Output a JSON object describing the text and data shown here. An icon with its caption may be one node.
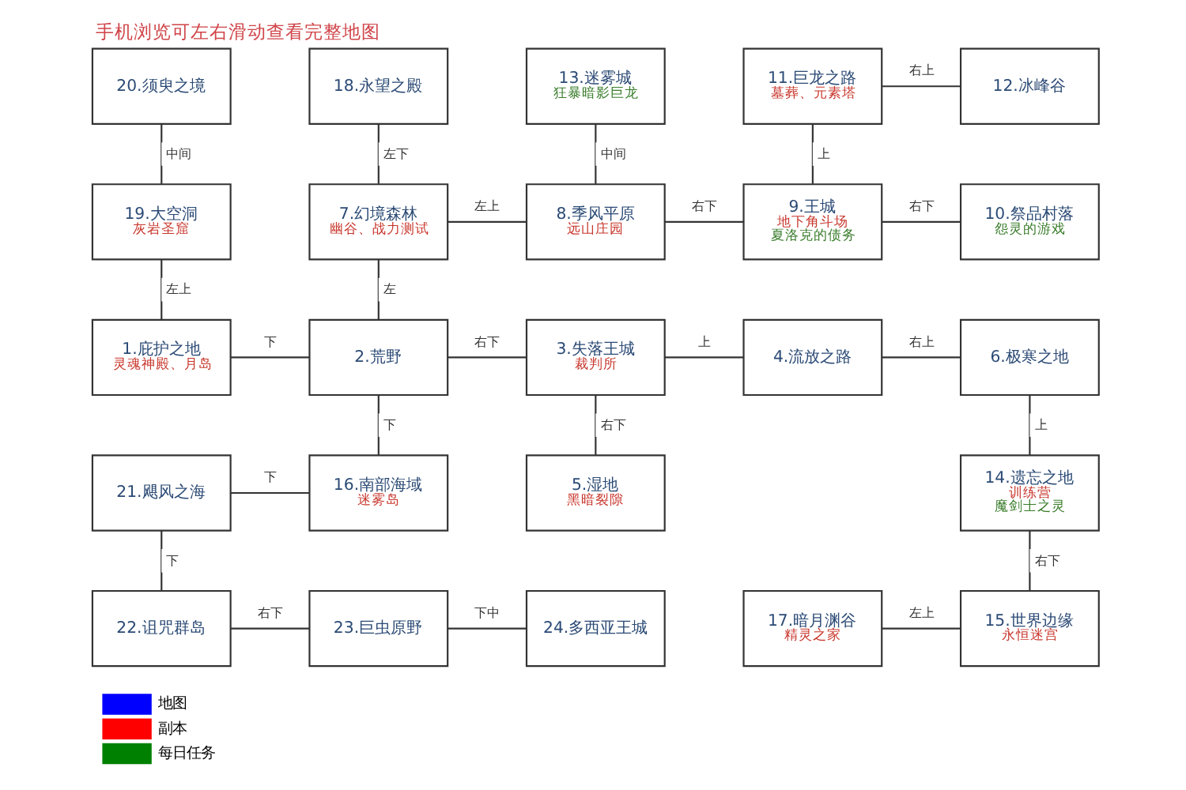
{
  "diagram": {
    "title": "手机浏览可左右滑动查看完整地图",
    "nodes": [
      {
        "text": [
          "20.须臾之境"
        ]
      },
      {
        "text": [
          "18.永望之殿"
        ]
      },
      {
        "text": [
          "13.迷雾城",
          "狂暴暗影巨龙"
        ]
      },
      {
        "text": [
          "11.巨龙之路",
          "墓葬、元素塔"
        ]
      },
      {
        "text": [
          "12.冰峰谷"
        ]
      },
      {
        "text": [
          "19.大空洞",
          "灰岩圣窟"
        ]
      },
      {
        "text": [
          "7.幻境森林",
          "幽谷、战力测试"
        ]
      },
      {
        "text": [
          "8.季风平原",
          "远山庄园"
        ]
      },
      {
        "text": [
          "9.王城",
          "地下角斗场",
          "夏洛克的债务"
        ]
      },
      {
        "text": [
          "10.祭品村落",
          "怨灵的游戏"
        ]
      },
      {
        "text": [
          "1.庇护之地",
          "灵魂神殿、月岛"
        ]
      },
      {
        "text": [
          "2.荒野"
        ]
      },
      {
        "text": [
          "3.失落王城",
          "裁判所"
        ]
      },
      {
        "text": [
          "4.流放之路"
        ]
      },
      {
        "text": [
          "6.极寒之地"
        ]
      },
      {
        "text": [
          "21.飓风之海"
        ]
      },
      {
        "text": [
          "16.南部海域",
          "迷雾岛"
        ]
      },
      {
        "text": [
          "5.湿地",
          "黑暗裂隙"
        ]
      },
      {
        "text": [
          "14.遗忘之地",
          "训练营",
          "魔剑士之灵"
        ]
      },
      {
        "text": [
          "22.诅咒群岛"
        ]
      },
      {
        "text": [
          "23.巨虫原野"
        ]
      },
      {
        "text": [
          "24.多西亚王城"
        ]
      },
      {
        "text": [
          "17.暗月渊谷",
          "精灵之家"
        ]
      },
      {
        "text": [
          "15.世界边缘",
          "永恒迷宫"
        ]
      }
    ],
    "edges": [
      {
        "from": 3,
        "to": 4,
        "label": "右上",
        "arrow": "none"
      },
      {
        "from": 0,
        "to": 5,
        "label": "中间",
        "arrow": "none"
      },
      {
        "from": 1,
        "to": 6,
        "label": "左下",
        "arrow": "none"
      },
      {
        "from": 2,
        "to": 7,
        "label": "中间",
        "arrow": "none"
      },
      {
        "from": 3,
        "to": 8,
        "label": "上",
        "arrow": "none"
      },
      {
        "from": 6,
        "to": 7,
        "label": "左上",
        "arrow": "none"
      },
      {
        "from": 7,
        "to": 8,
        "label": "右下",
        "arrow": "none"
      },
      {
        "from": 8,
        "to": 9,
        "label": "右下",
        "arrow": "none"
      },
      {
        "from": 5,
        "to": 10,
        "label": "左上",
        "arrow": "none"
      },
      {
        "from": 6,
        "to": 11,
        "label": "左",
        "arrow": "none"
      },
      {
        "from": 10,
        "to": 11,
        "label": "下",
        "arrow": "none"
      },
      {
        "from": 11,
        "to": 12,
        "label": "右下",
        "arrow": "none"
      },
      {
        "from": 12,
        "to": 13,
        "label": "上",
        "arrow": "none"
      },
      {
        "from": 13,
        "to": 14,
        "label": "右上",
        "arrow": "none"
      },
      {
        "from": 11,
        "to": 16,
        "label": "下",
        "arrow": "none"
      },
      {
        "from": 12,
        "to": 17,
        "label": "右下",
        "arrow": "none"
      },
      {
        "from": 14,
        "to": 18,
        "label": "上",
        "arrow": "none"
      },
      {
        "from": 15,
        "to": 16,
        "label": "下",
        "arrow": "none"
      },
      {
        "from": 15,
        "to": 19,
        "label": "下",
        "arrow": "none"
      },
      {
        "from": 18,
        "to": 23,
        "label": "右下",
        "arrow": "none"
      },
      {
        "from": 19,
        "to": 20,
        "label": "右下",
        "arrow": "none"
      },
      {
        "from": 20,
        "to": 21,
        "label": "下中",
        "arrow": "none"
      },
      {
        "from": 22,
        "to": 23,
        "label": "左上",
        "arrow": "none"
      }
    ],
    "legend": [
      {
        "text": "地图",
        "color": "#0000ff"
      },
      {
        "text": "副本",
        "color": "#ff0000"
      },
      {
        "text": "每日任务",
        "color": "#008000"
      }
    ]
  }
}
